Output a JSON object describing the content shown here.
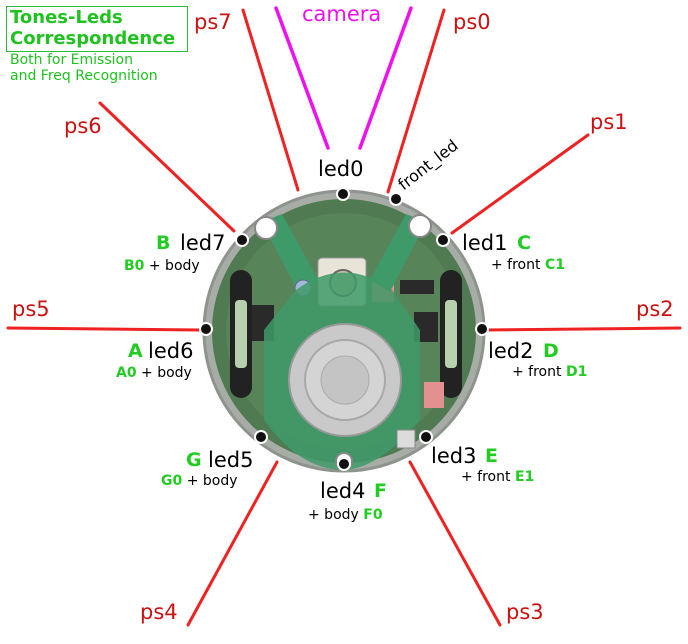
{
  "title": {
    "line1": "Tones-Leds",
    "line2": "Correspondence",
    "subtitle1": "Both for Emission",
    "subtitle2": "and Freq Recognition"
  },
  "colors": {
    "sensor_line": "#ee2222",
    "camera_line": "#ee11ee",
    "tone_text": "#22cc22",
    "ps_text": "#cc1111"
  },
  "camera_label": "camera",
  "front_led_label": "front_led",
  "proximity_sensors": [
    "ps0",
    "ps1",
    "ps2",
    "ps3",
    "ps4",
    "ps5",
    "ps6",
    "ps7"
  ],
  "leds": [
    {
      "label": "led0",
      "tone": "",
      "sub_prefix": "",
      "sub_tone": ""
    },
    {
      "label": "led1",
      "tone": "C",
      "sub_prefix": "+ front",
      "sub_tone": "C1"
    },
    {
      "label": "led2",
      "tone": "D",
      "sub_prefix": "+ front",
      "sub_tone": "D1"
    },
    {
      "label": "led3",
      "tone": "E",
      "sub_prefix": "+ front",
      "sub_tone": "E1"
    },
    {
      "label": "led4",
      "tone": "F",
      "sub_prefix": "+ body",
      "sub_tone": "F0"
    },
    {
      "label": "led5",
      "tone": "G",
      "sub_prefix": "+ body",
      "sub_tone": "G0"
    },
    {
      "label": "led6",
      "tone": "A",
      "sub_prefix": "+ body",
      "sub_tone": "A0"
    },
    {
      "label": "led7",
      "tone": "B",
      "sub_prefix": "+ body",
      "sub_tone": "B0"
    }
  ]
}
